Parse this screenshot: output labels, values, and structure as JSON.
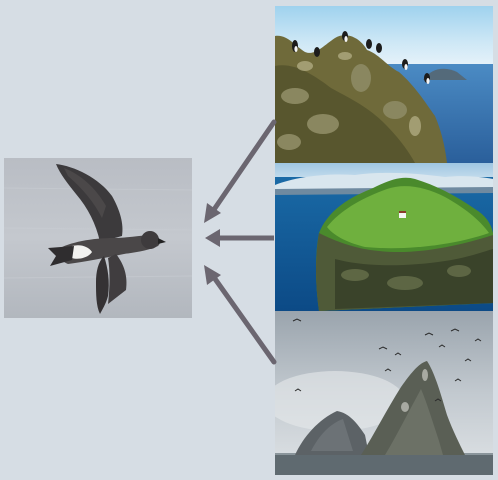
{
  "figure": {
    "subject": {
      "icon": "storm-petrel-photo"
    },
    "sources": [
      {
        "icon": "rocky-cliff-with-puffins-photo"
      },
      {
        "icon": "green-island-with-house-photo"
      },
      {
        "icon": "sea-stacks-with-seabirds-photo"
      }
    ],
    "arrows": {
      "count": 3,
      "color": "#6b6670"
    },
    "colors": {
      "background": "#d6dde4",
      "arrow": "#6b6670"
    }
  }
}
